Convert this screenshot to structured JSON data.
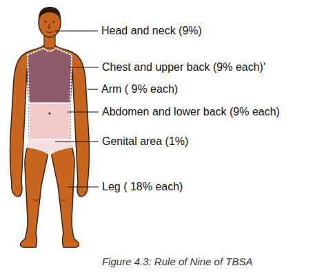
{
  "diagram": {
    "caption": "Figure 4.3: Rule of Nine of TBSA",
    "labels": [
      "Head and neck (9%)",
      "Chest and upper back (9% each)'",
      "Arm ( 9% each)",
      "Abdomen and lower back (9% each)",
      "Genital area (1%)",
      "Leg ( 18% each)"
    ]
  }
}
